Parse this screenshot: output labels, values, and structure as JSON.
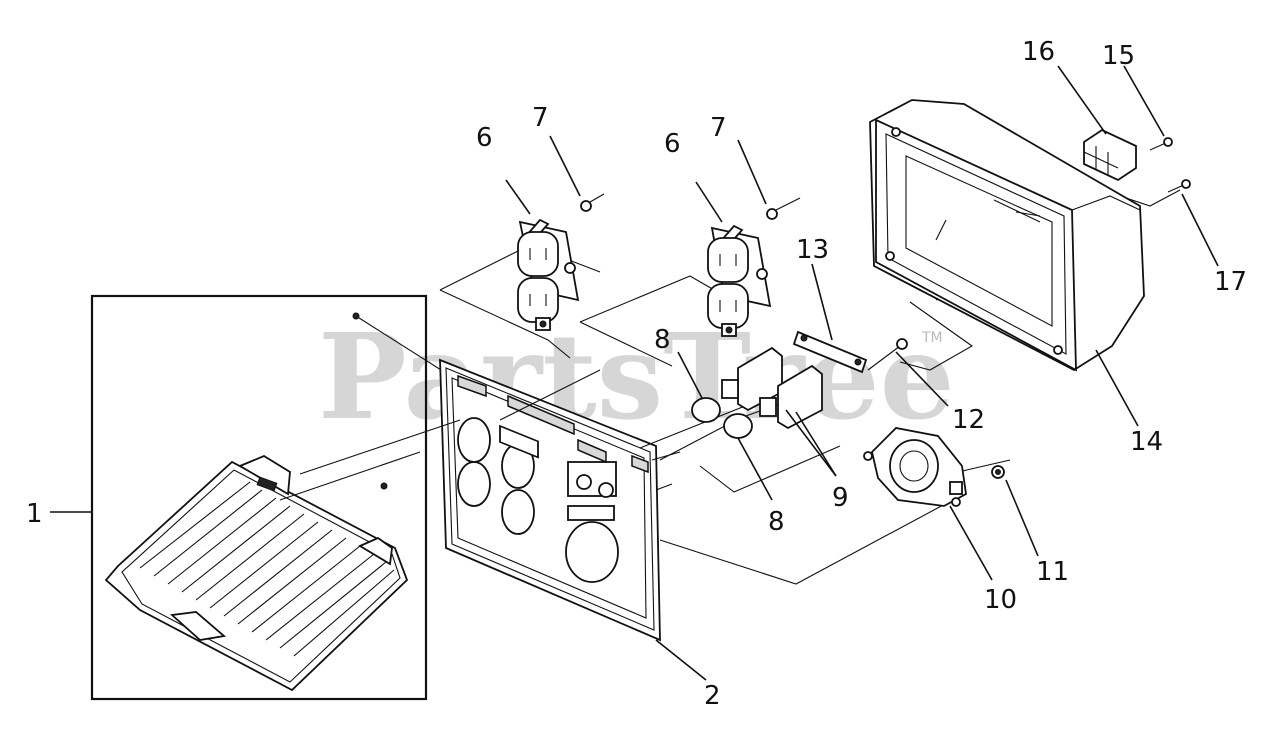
{
  "watermark": {
    "text": "PartsTree",
    "trademark": "TM"
  },
  "callouts": [
    {
      "id": "c1",
      "text": "1"
    },
    {
      "id": "c2",
      "text": "2"
    },
    {
      "id": "c6a",
      "text": "6"
    },
    {
      "id": "c7a",
      "text": "7"
    },
    {
      "id": "c6b",
      "text": "6"
    },
    {
      "id": "c7b",
      "text": "7"
    },
    {
      "id": "c8a",
      "text": "8"
    },
    {
      "id": "c8b",
      "text": "8"
    },
    {
      "id": "c9",
      "text": "9"
    },
    {
      "id": "c10",
      "text": "10"
    },
    {
      "id": "c11",
      "text": "11"
    },
    {
      "id": "c12",
      "text": "12"
    },
    {
      "id": "c13",
      "text": "13"
    },
    {
      "id": "c14",
      "text": "14"
    },
    {
      "id": "c15",
      "text": "15"
    },
    {
      "id": "c16",
      "text": "16"
    },
    {
      "id": "c17",
      "text": "17"
    }
  ]
}
